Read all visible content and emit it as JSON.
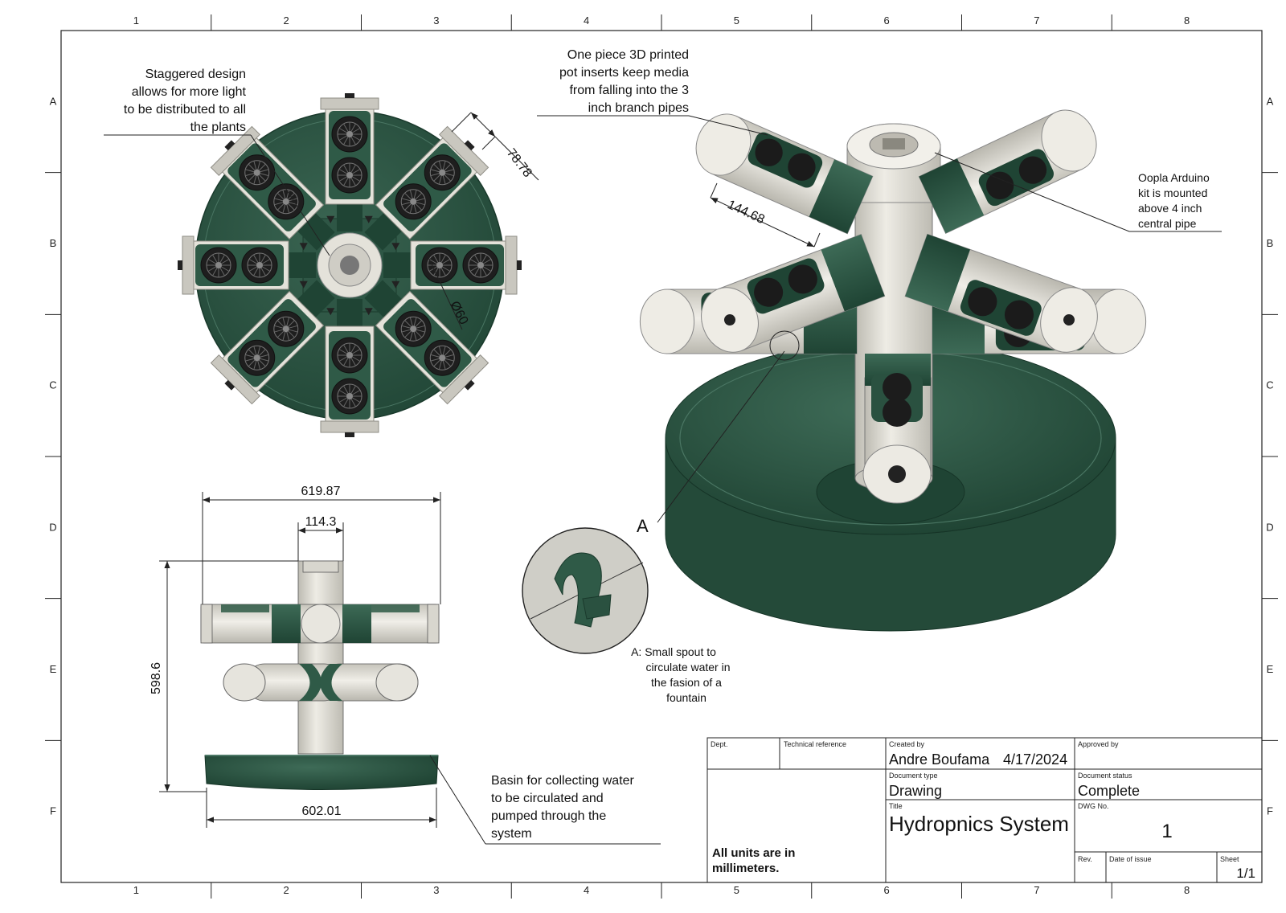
{
  "grid": {
    "columns": [
      "1",
      "2",
      "3",
      "4",
      "5",
      "6",
      "7",
      "8"
    ],
    "rows": [
      "A",
      "B",
      "C",
      "D",
      "E",
      "F"
    ]
  },
  "colors": {
    "green": "#2f5a47",
    "green_dark": "#1f4434",
    "cream": "#e4e2da",
    "cream_dark": "#c9c7bf",
    "line": "#222222"
  },
  "notes": {
    "staggered": [
      "Staggered design",
      "allows for more light",
      "to be distributed to all",
      "the plants"
    ],
    "pot_inserts": [
      "One piece 3D printed",
      "pot inserts keep media",
      "from falling into the 3",
      "inch branch pipes"
    ],
    "arduino": [
      "Oopla Arduino",
      "kit is mounted",
      "above 4 inch",
      "central pipe"
    ],
    "spout": [
      "A:  Small spout to",
      "circulate water in",
      "the fasion of a",
      "fountain"
    ],
    "basin": [
      "Basin for collecting water",
      "to be circulated and",
      "pumped through the",
      "system"
    ]
  },
  "dimensions": {
    "branch_length": "78.78",
    "branch_spacing": "144.68",
    "pipe_diameter": "Ø60",
    "overall_width": "619.87",
    "center_pipe": "114.3",
    "height": "598.6",
    "basin_width": "602.01"
  },
  "detail_label": "A",
  "title_block": {
    "dept_label": "Dept.",
    "tech_ref_label": "Technical reference",
    "created_by_label": "Created by",
    "created_by": "Andre Boufama",
    "created_date": "4/17/2024",
    "approved_by_label": "Approved by",
    "doc_type_label": "Document type",
    "doc_type": "Drawing",
    "doc_status_label": "Document status",
    "doc_status": "Complete",
    "title_label": "Title",
    "title": "Hydropnics System",
    "dwg_no_label": "DWG No.",
    "dwg_no": "1",
    "units_note": [
      "All units are in",
      "millimeters."
    ],
    "rev_label": "Rev.",
    "date_of_issue_label": "Date of issue",
    "sheet_label": "Sheet",
    "sheet": "1/1"
  }
}
